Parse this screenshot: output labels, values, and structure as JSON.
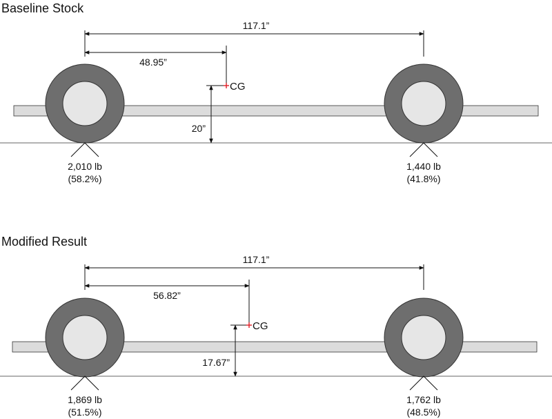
{
  "colors": {
    "cg_marker": "#e01c24",
    "tire": "#6e6e6e",
    "hub": "#e6e6e6",
    "frame": "#dcdcdc"
  },
  "diagrams": [
    {
      "title": "Baseline Stock",
      "wheelbase": "117.1”",
      "cg_horizontal": "48.95”",
      "cg_label": "CG",
      "cg_height": "20”",
      "front_weight": "2,010 lb",
      "front_pct": "(58.2%)",
      "rear_weight": "1,440 lb",
      "rear_pct": "(41.8%)"
    },
    {
      "title": "Modified Result",
      "wheelbase": "117.1”",
      "cg_horizontal": "56.82”",
      "cg_label": "CG",
      "cg_height": "17.67”",
      "front_weight": "1,869 lb",
      "front_pct": "(51.5%)",
      "rear_weight": "1,762 lb",
      "rear_pct": "(48.5%)"
    }
  ]
}
